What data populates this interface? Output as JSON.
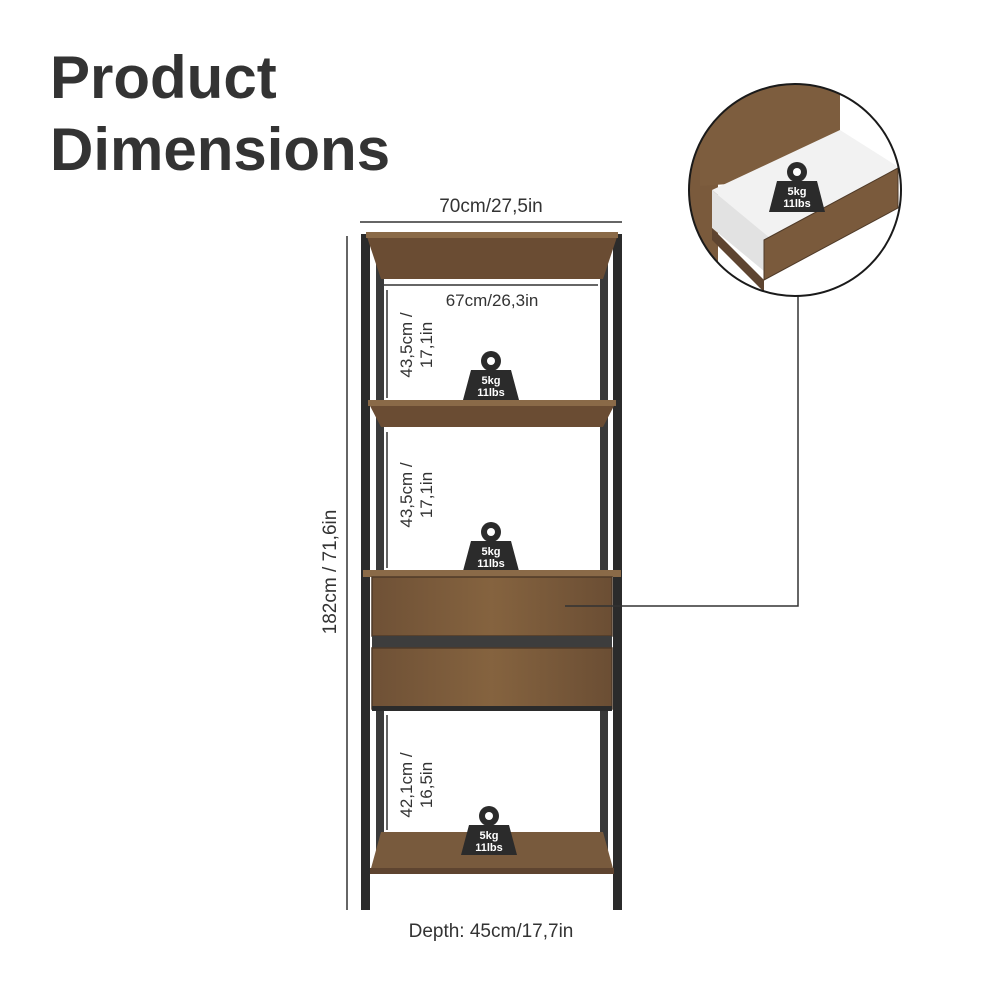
{
  "title": {
    "line1": "Product",
    "line2": "Dimensions"
  },
  "dimensions": {
    "width": "70cm/27,5in",
    "inner_width": "67cm/26,3in",
    "height": "182cm / 71,6in",
    "shelf1_line1": "43,5cm /",
    "shelf1_line2": "17,1in",
    "shelf2_line1": "43,5cm /",
    "shelf2_line2": "17,1in",
    "shelf3_line1": "42,1cm /",
    "shelf3_line2": "16,5in",
    "depth": "Depth: 45cm/17,7in"
  },
  "weights": {
    "top_kg": "5kg",
    "top_lbs": "11lbs",
    "middle_kg": "5kg",
    "middle_lbs": "11lbs",
    "drawer_kg": "5kg",
    "drawer_lbs": "11lbs",
    "bottom_kg": "5kg",
    "bottom_lbs": "11lbs"
  },
  "colors": {
    "wood": "#7a5a3c",
    "wood_dark": "#5e4430",
    "frame": "#2b2b2b",
    "text": "#333333"
  }
}
